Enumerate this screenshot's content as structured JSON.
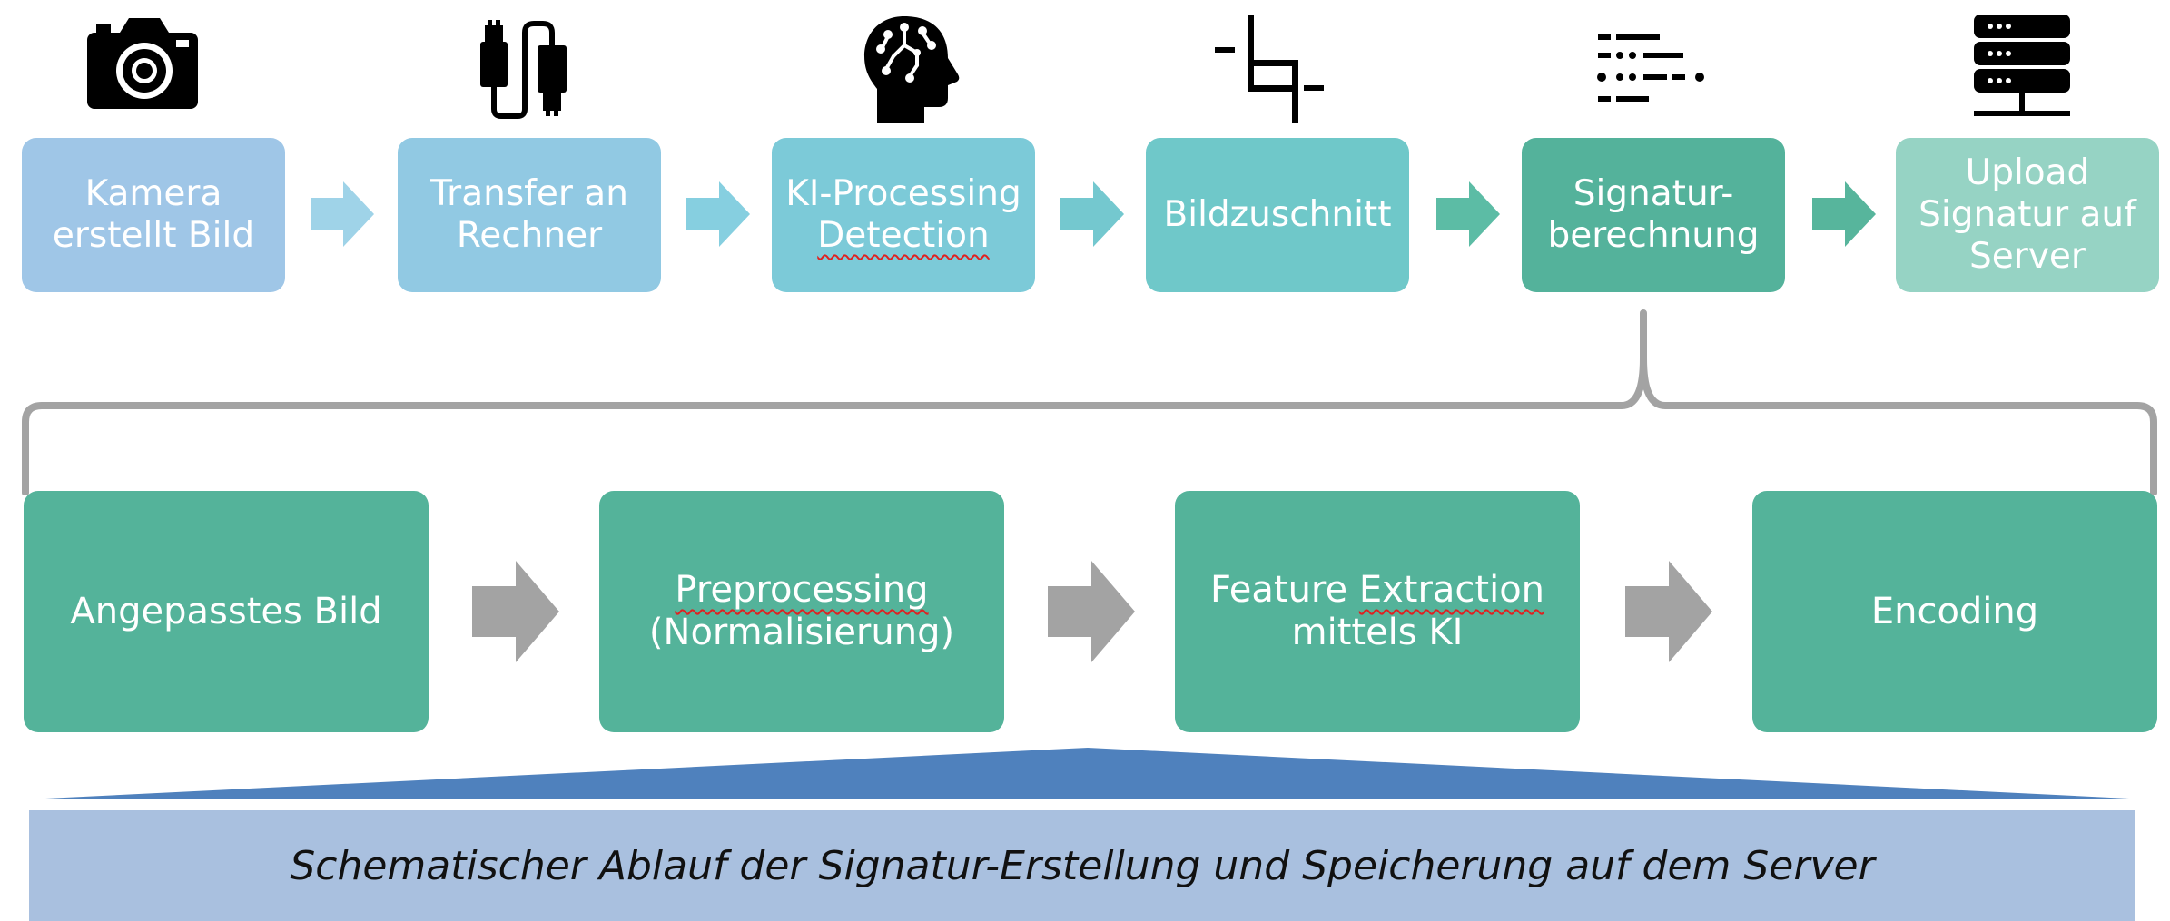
{
  "colors": {
    "step1": "#9fc6e7",
    "step2": "#91c9e3",
    "step3": "#7ccad8",
    "step4": "#6fc8c9",
    "step5": "#54b29b",
    "step6": "#96d3c4",
    "detail": "#54b39a",
    "gray": "#a3a3a3",
    "triangle": "#4f81bd",
    "caption_bg": "#a9c0df"
  },
  "top_steps": [
    {
      "label": "Kamera\nerstellt Bild",
      "icon": "camera-icon"
    },
    {
      "label": "Transfer an\nRechner",
      "icon": "usb-cable-icon"
    },
    {
      "label": "KI-Processing",
      "label_underlined": "Detection",
      "icon": "ai-brain-icon"
    },
    {
      "label": "Bildzuschnitt",
      "icon": "crop-icon"
    },
    {
      "label": "Signatur-\nberechnung",
      "icon": "signature-code-icon"
    },
    {
      "label": "Upload\nSignatur auf\nServer",
      "icon": "server-icon"
    }
  ],
  "detail_steps": [
    {
      "label_underlined": "Preprocessing",
      "label": "(Normalisierung)"
    },
    {
      "label_a": "Feature ",
      "label_underlined": "Extraction",
      "label_b": "mittels KI"
    }
  ],
  "detail_plain": [
    "Angepasstes Bild",
    "Encoding"
  ],
  "caption": "Schematischer Ablauf der Signatur-Erstellung und Speicherung auf dem Server"
}
